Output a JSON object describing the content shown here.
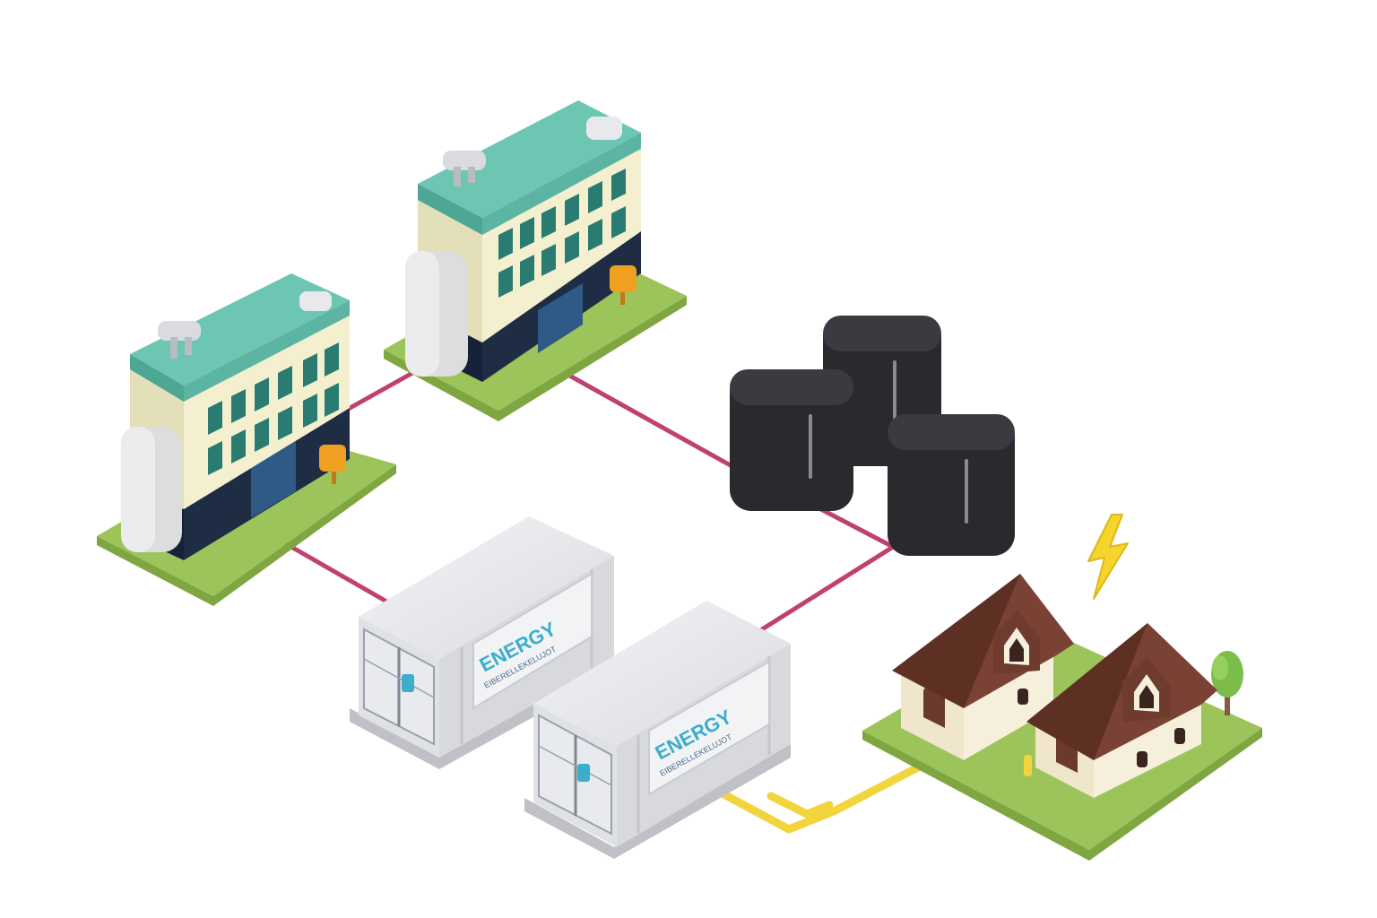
{
  "containers": [
    {
      "label": "ENERGY",
      "sublabel": "EIBERELLEKELUJOT"
    },
    {
      "label": "ENERGY",
      "sublabel": "EIBERELLEKELUJOT"
    }
  ],
  "colors": {
    "background": "#ffffff",
    "grid_cable": "#c0416e",
    "house_cable": "#f2d53c",
    "grass": "#9cc45a",
    "roof_teal": "#6cc6b3",
    "facade_cream": "#f4f0cf",
    "ground_floor_navy": "#1f2d44",
    "window_teal": "#2a7c72",
    "battery_black": "#2a2a2e",
    "container_grey": "#e6e7ea",
    "label_blue": "#3aaecb",
    "house_roof_brown": "#6f3b2e",
    "house_wall": "#f6efdc",
    "bolt_yellow": "#f5d42c"
  },
  "icons": [
    "office-building",
    "battery-cabinet",
    "storage-container",
    "house",
    "lightning-bolt",
    "tree"
  ]
}
